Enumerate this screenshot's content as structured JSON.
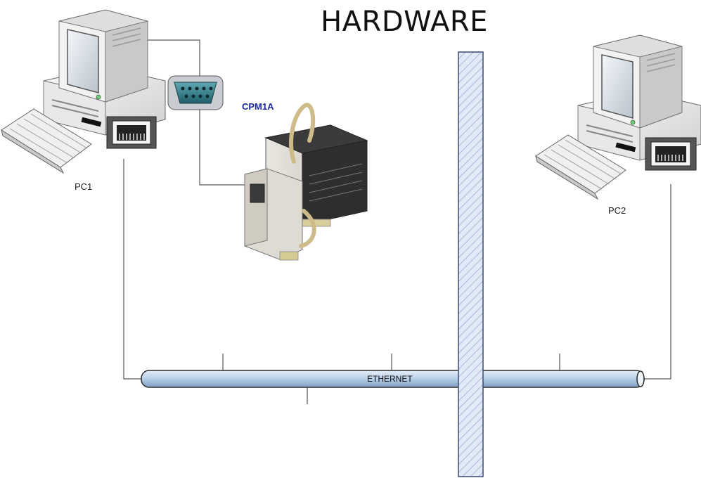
{
  "diagram": {
    "title": "HARDWARE",
    "pc_left_label": "PC1",
    "pc_right_label": "PC2",
    "plc_label": "CPM1A",
    "bus_label": "ETHERNET"
  },
  "colors": {
    "bus_fill_top": "#dbe7f3",
    "bus_fill_bottom": "#9bb7d6",
    "bus_stroke": "#2b2b2b",
    "wall_fill": "#dde6f5",
    "wall_hatch": "#9fb3d6",
    "connector_teal": "#2f7a86",
    "plc_blue": "#1c2c9c"
  },
  "icons": {
    "computer": "desktop-computer-icon",
    "keyboard": "keyboard-icon",
    "ethernet_port": "rj45-port-icon",
    "serial_connector": "db9-connector-icon",
    "plc": "plc-unit-icon"
  }
}
